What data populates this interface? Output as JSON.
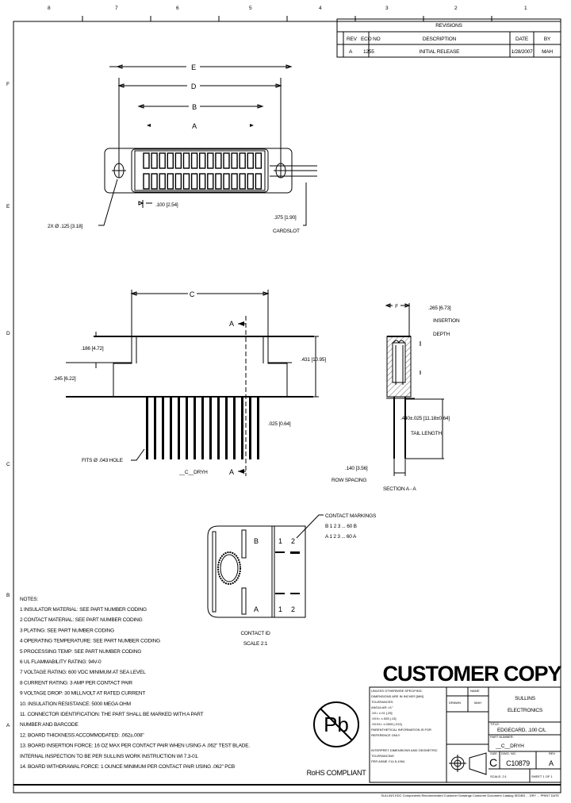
{
  "zones": {
    "columns": [
      "8",
      "7",
      "6",
      "5",
      "4",
      "3",
      "2",
      "1"
    ],
    "rows": [
      "F",
      "E",
      "D",
      "C",
      "B",
      "A"
    ]
  },
  "revisions": {
    "title": "REVISIONS",
    "headers": [
      "REV",
      "ECO NO",
      "DESCRIPTION",
      "DATE",
      "BY"
    ],
    "rows": [
      [
        "A",
        "1255",
        "INITIAL RELEASE",
        "1/28/2007",
        "MAH"
      ]
    ]
  },
  "top_view": {
    "dim_e": "E",
    "dim_d": "D",
    "dim_b": "B",
    "dim_a": "A",
    "pitch": ".100 [2.54]",
    "hole": "2X Ø .125 [3.18]",
    "cardslot_dim": ".375 [1.90]",
    "cardslot_label": "CARDSLOT"
  },
  "side_view": {
    "dim_c": "C",
    "section_a": "A",
    "dim_186": ".186 [4.72]",
    "dim_245": ".245 [6.22]",
    "dim_431": ".431 [10.95]",
    "dim_025": ".025 [0.64]",
    "fits_hole": "FITS Ø .043 HOLE",
    "part_code": "__C__DRYH"
  },
  "section_view": {
    "dim_f": "F",
    "insertion_dim": ".265 [6.73]",
    "insertion_label_1": "INSERTION",
    "insertion_label_2": "DEPTH",
    "tail_dim": ".440±.025 [11.18±0.64]",
    "tail_label": "TAIL LENGTH",
    "row_dim": ".140 [3.56]",
    "row_label": "ROW SPACING",
    "title": "SECTION A - A"
  },
  "contact_id": {
    "markings_label": "CONTACT MARKINGS",
    "row_b": "B 1 2 3 ... 60 B",
    "row_a": "A 1 2 3 ... 60 A",
    "letter_b": "B",
    "letter_a": "A",
    "num_1": "1",
    "num_2": "2",
    "caption": "CONTACT ID",
    "scale": "SCALE 2:1"
  },
  "notes": {
    "heading": "NOTES:",
    "items": [
      "1  INSULATOR MATERIAL: SEE PART NUMBER CODING",
      "2  CONTACT MATERIAL: SEE PART NUMBER CODING",
      "3  PLATING: SEE PART NUMBER CODING",
      "4  OPERATING TEMPERATURE: SEE PART NUMBER CODING",
      "5  PROCESSING TEMP: SEE PART NUMBER CODING",
      "6  UL FLAMMABILITY RATING: 94V-0",
      "7  VOLTAGE RATING: 600 VDC MINIMUM AT SEA LEVEL",
      "8  CURRENT RATING: 3 AMP PER CONTACT PAIR",
      "9  VOLTAGE DROP: 30 MILLIVOLT AT RATED CURRENT",
      "10. INSULATION RESISTANCE: 5000 MEGA OHM",
      "11. CONNECTOR IDENTIFICATION: THE PART SHALL BE MARKED WITH A PART",
      "     NUMBER AND BARCODE",
      "12. BOARD THICKNESS ACCOMMODATED: .062±.008\"",
      "13. BOARD INSERTION FORCE: 16 OZ MAX PER CONTACT PAIR WHEN USING A .062\" TEST BLADE.",
      "     INTERNAL INSPECTION TO BE PER SULLINS WORK INSTRUCTION WI 7.3-01.",
      "14. BOARD WITHDRAWAL FORCE: 1 OUNCE MINIMUM PER CONTACT PAIR USING .062\" PCB"
    ]
  },
  "rohs": {
    "logo_text": "Pb",
    "label": "RoHS COMPLIANT"
  },
  "stamp": "CUSTOMER COPY",
  "title_block": {
    "tolerances": [
      "UNLESS OTHERWISE SPECIFIED:",
      "DIMENSIONS ARE IN INCHES [MM]",
      "TOLERANCES:",
      "ANGULAR: ±1°",
      ".XX= ±.01 [.25]",
      ".XXX= ±.005 [.13]",
      ".XXXX= ±.0005 [.013]",
      "PARENTHETICAL INFORMATION IS FOR",
      "REFERENCE ONLY",
      "INTERPRET DIMENSIONS AND GEOMETRIC",
      "TOLERANCING",
      "PER ASME Y14.5-1994"
    ],
    "drawn_label": "DRAWN",
    "drawn_by": "MAH",
    "name_label": "NAME",
    "company_1": "SULLINS",
    "company_2": "ELECTRONICS",
    "title_label": "TITLE:",
    "title": "EDGECARD, .100 C/L",
    "part_label": "PART NUMBER:",
    "part": "__C__DRYH",
    "size_label": "SIZE",
    "size": "C",
    "dwg_label": "DWG. NO.",
    "dwg": "C10879",
    "rev_label": "REV",
    "rev": "A",
    "scale": "SCALE: 2:1",
    "sheet": "SHEET 1 OF 1"
  },
  "footer": "SULLINS EDC Components Recommended Customer Drawings Customer Document Catalog SEDBS ... DRY ... PRINT DATE"
}
